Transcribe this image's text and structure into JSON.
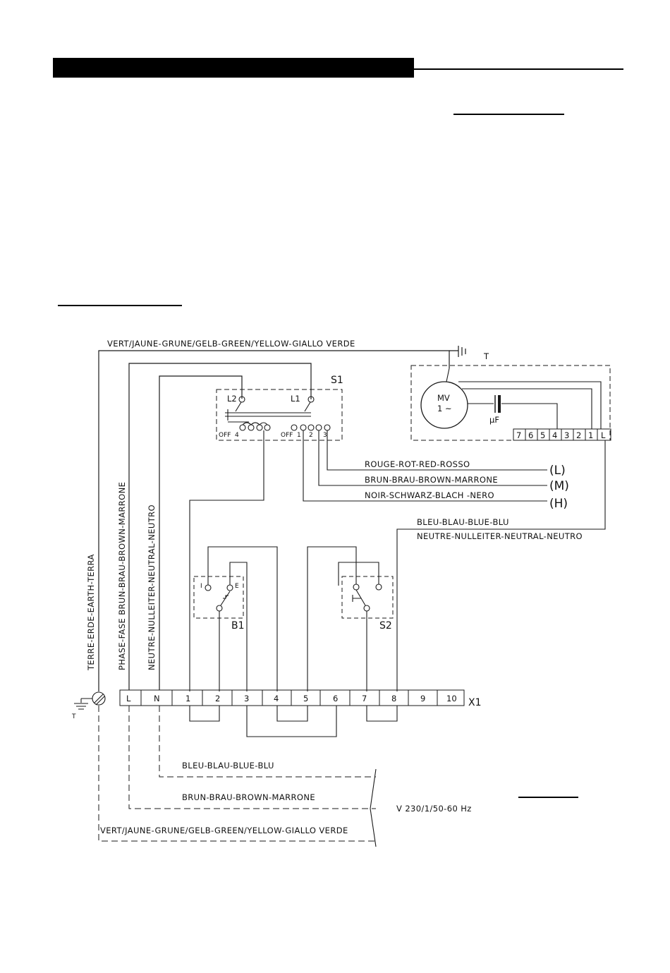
{
  "wires": {
    "earth_top": "VERT/JAUNE-GRUNE/GELB-GREEN/YELLOW-GIALLO VERDE",
    "earth_vertical": "TERRE-ERDE-EARTH-TERRA",
    "phase_vertical": "PHASE-FASE BRUN-BRAU-BROWN-MARRONE",
    "neutral_vertical": "NEUTRE-NULLEITER-NEUTRAL-NEUTRO",
    "red": "ROUGE-ROT-RED-ROSSO",
    "brown": "BRUN-BRAU-BROWN-MARRONE",
    "black": "NOIR-SCHWARZ-BLACH -NERO",
    "blue": "BLEU-BLAU-BLUE-BLU",
    "neutral_right": "NEUTRE-NULLEITER-NEUTRAL-NEUTRO",
    "supply_blue": "BLEU-BLAU-BLUE-BLU",
    "supply_brown": "BRUN-BRAU-BROWN-MARRONE",
    "supply_earth": "VERT/JAUNE-GRUNE/GELB-GREEN/YELLOW-GIALLO VERDE"
  },
  "components": {
    "s1": "S1",
    "l2": "L2",
    "l1": "L1",
    "off_left": "OFF",
    "off_right": "OFF",
    "pos_4": "4",
    "pos_1": "1",
    "pos_2": "2",
    "pos_3": "3",
    "motor": "MV",
    "motor_phase": "1 ~",
    "capacitor": "μF",
    "ground_t_top": "T",
    "ground_t_left": "T",
    "b1": "B1",
    "s2": "S2",
    "b1_i": "I",
    "b1_e": "E",
    "x1": "X1"
  },
  "speeds": {
    "low": "(L)",
    "medium": "(M)",
    "high": "(H)"
  },
  "motor_terminals": [
    "7",
    "6",
    "5",
    "4",
    "3",
    "2",
    "1",
    "L"
  ],
  "terminal_strip": [
    "L",
    "N",
    "1",
    "2",
    "3",
    "4",
    "5",
    "6",
    "7",
    "8",
    "9",
    "10"
  ],
  "supply": "V 230/1/50-60 Hz"
}
